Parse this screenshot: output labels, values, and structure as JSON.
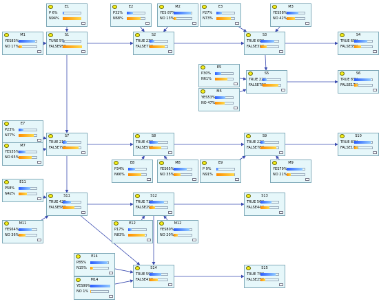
{
  "nodes": [
    {
      "id": "E1",
      "title": "E1",
      "rows": [
        {
          "label": "P   6%",
          "value": 0.06
        },
        {
          "label": "N94%",
          "value": 0.94
        }
      ]
    },
    {
      "id": "E2",
      "title": "E2",
      "rows": [
        {
          "label": "P32%",
          "value": 0.32
        },
        {
          "label": "N68%",
          "value": 0.68
        }
      ]
    },
    {
      "id": "M2",
      "title": "M2",
      "rows": [
        {
          "label": "YES 87%",
          "value": 0.87
        },
        {
          "label": "NO  13%",
          "value": 0.13
        }
      ]
    },
    {
      "id": "E3",
      "title": "E3",
      "rows": [
        {
          "label": "P27%",
          "value": 0.27
        },
        {
          "label": "N73%",
          "value": 0.73
        }
      ]
    },
    {
      "id": "M3",
      "title": "M3",
      "rows": [
        {
          "label": "YES58%",
          "value": 0.58
        },
        {
          "label": "NO  42%",
          "value": 0.42
        }
      ]
    },
    {
      "id": "M1",
      "title": "M1",
      "rows": [
        {
          "label": "YES83%",
          "value": 0.83
        },
        {
          "label": "NO  17%",
          "value": 0.17
        }
      ]
    },
    {
      "id": "S1",
      "title": "S1",
      "rows": [
        {
          "label": "TURE   5%",
          "value": 0.05
        },
        {
          "label": "FALSE95%",
          "value": 0.95
        }
      ]
    },
    {
      "id": "S2",
      "title": "S2",
      "rows": [
        {
          "label": "TRUE  23%",
          "value": 0.23
        },
        {
          "label": "FALSE77%",
          "value": 0.77
        }
      ]
    },
    {
      "id": "S3",
      "title": "S3",
      "rows": [
        {
          "label": "TRUE  69%",
          "value": 0.69
        },
        {
          "label": "FALSE31%",
          "value": 0.31
        }
      ]
    },
    {
      "id": "S4",
      "title": "S4",
      "rows": [
        {
          "label": "TRUE  65%",
          "value": 0.65
        },
        {
          "label": "FALSE35%",
          "value": 0.35
        }
      ]
    },
    {
      "id": "E5",
      "title": "E5",
      "rows": [
        {
          "label": "P30%",
          "value": 0.3
        },
        {
          "label": "N61%",
          "value": 0.61
        }
      ]
    },
    {
      "id": "S5",
      "title": "S5",
      "rows": [
        {
          "label": "TRUE  22%",
          "value": 0.22
        },
        {
          "label": "FALSE78%",
          "value": 0.78
        }
      ]
    },
    {
      "id": "S6",
      "title": "S6",
      "rows": [
        {
          "label": "TRUE  83%",
          "value": 0.83
        },
        {
          "label": "FALSE17%",
          "value": 0.17
        }
      ]
    },
    {
      "id": "M5",
      "title": "M5",
      "rows": [
        {
          "label": "YES53%",
          "value": 0.53
        },
        {
          "label": "NO  47%",
          "value": 0.47
        }
      ]
    },
    {
      "id": "E7",
      "title": "E7",
      "rows": [
        {
          "label": "P23%",
          "value": 0.23
        },
        {
          "label": "N77%",
          "value": 0.77
        }
      ]
    },
    {
      "id": "M7",
      "title": "M7",
      "rows": [
        {
          "label": "YES35%",
          "value": 0.35
        },
        {
          "label": "NO  65%",
          "value": 0.65
        }
      ]
    },
    {
      "id": "S7",
      "title": "S7",
      "rows": [
        {
          "label": "TRUE  21%",
          "value": 0.21
        },
        {
          "label": "FALSE79%",
          "value": 0.79
        }
      ]
    },
    {
      "id": "S8",
      "title": "S8",
      "rows": [
        {
          "label": "TRUE  43%",
          "value": 0.43
        },
        {
          "label": "FALSE57%",
          "value": 0.57
        }
      ]
    },
    {
      "id": "S9",
      "title": "S9",
      "rows": [
        {
          "label": "TRUE  22%",
          "value": 0.22
        },
        {
          "label": "FALSE78%",
          "value": 0.78
        }
      ]
    },
    {
      "id": "S10",
      "title": "S10",
      "rows": [
        {
          "label": "TRUE  83%",
          "value": 0.83
        },
        {
          "label": "FALSE17%",
          "value": 0.17
        }
      ]
    },
    {
      "id": "E8",
      "title": "E8",
      "rows": [
        {
          "label": "P34%",
          "value": 0.34
        },
        {
          "label": "N66%",
          "value": 0.66
        }
      ]
    },
    {
      "id": "M8",
      "title": "M8",
      "rows": [
        {
          "label": "YES65%",
          "value": 0.65
        },
        {
          "label": "NO  35%",
          "value": 0.35
        }
      ]
    },
    {
      "id": "E9",
      "title": "E9",
      "rows": [
        {
          "label": "P   9%",
          "value": 0.09
        },
        {
          "label": "N91%",
          "value": 0.91
        }
      ]
    },
    {
      "id": "M9",
      "title": "M9",
      "rows": [
        {
          "label": "YES79%",
          "value": 0.79
        },
        {
          "label": "NO  21%",
          "value": 0.21
        }
      ]
    },
    {
      "id": "E11",
      "title": "E11",
      "rows": [
        {
          "label": "P58%",
          "value": 0.58
        },
        {
          "label": "N42%",
          "value": 0.42
        }
      ]
    },
    {
      "id": "S11",
      "title": "S11",
      "rows": [
        {
          "label": "TRUE  42%",
          "value": 0.42
        },
        {
          "label": "FALSE58%",
          "value": 0.58
        }
      ]
    },
    {
      "id": "S12",
      "title": "S12",
      "rows": [
        {
          "label": "TRUE  71%",
          "value": 0.71
        },
        {
          "label": "FALSE29%",
          "value": 0.29
        }
      ]
    },
    {
      "id": "S13",
      "title": "S13",
      "rows": [
        {
          "label": "TRUE  56%",
          "value": 0.56
        },
        {
          "label": "FALSE44%",
          "value": 0.44
        }
      ]
    },
    {
      "id": "M11",
      "title": "M11",
      "rows": [
        {
          "label": "YES64%",
          "value": 0.64
        },
        {
          "label": "NO  36%",
          "value": 0.36
        }
      ]
    },
    {
      "id": "E12",
      "title": "E12",
      "rows": [
        {
          "label": "P17%",
          "value": 0.17
        },
        {
          "label": "N83%",
          "value": 0.83
        }
      ]
    },
    {
      "id": "M12",
      "title": "M12",
      "rows": [
        {
          "label": "YES80%",
          "value": 0.8
        },
        {
          "label": "NO  20%",
          "value": 0.2
        }
      ]
    },
    {
      "id": "E14",
      "title": "E14",
      "rows": [
        {
          "label": "P85%",
          "value": 0.85
        },
        {
          "label": "N15%",
          "value": 0.15
        }
      ]
    },
    {
      "id": "M14",
      "title": "M14",
      "rows": [
        {
          "label": "YES99%",
          "value": 0.99
        },
        {
          "label": "NO    1%",
          "value": 0.01
        }
      ]
    },
    {
      "id": "S14",
      "title": "S14",
      "rows": [
        {
          "label": "TRUE  59%",
          "value": 0.59
        },
        {
          "label": "FALSE41%",
          "value": 0.41
        }
      ]
    },
    {
      "id": "S15",
      "title": "S15",
      "rows": [
        {
          "label": "TRUE  75%",
          "value": 0.75
        },
        {
          "label": "FALSE25%",
          "value": 0.25
        }
      ]
    }
  ],
  "edges": [
    [
      "E1",
      "S1"
    ],
    [
      "M1",
      "S1"
    ],
    [
      "S1",
      "S2"
    ],
    [
      "E2",
      "S2"
    ],
    [
      "M2",
      "S2"
    ],
    [
      "S2",
      "S3"
    ],
    [
      "E3",
      "S3"
    ],
    [
      "M3",
      "S3"
    ],
    [
      "S3",
      "S4"
    ],
    [
      "S3",
      "S5"
    ],
    [
      "E5",
      "S5"
    ],
    [
      "M5",
      "S5"
    ],
    [
      "S5",
      "S6"
    ],
    [
      "S1",
      "S7"
    ],
    [
      "E7",
      "S7"
    ],
    [
      "M7",
      "S7"
    ],
    [
      "S7",
      "S8"
    ],
    [
      "E8",
      "S8"
    ],
    [
      "M8",
      "S8"
    ],
    [
      "S8",
      "S9"
    ],
    [
      "E9",
      "S9"
    ],
    [
      "M9",
      "S9"
    ],
    [
      "S9",
      "S10"
    ],
    [
      "S7",
      "S11"
    ],
    [
      "E11",
      "S11"
    ],
    [
      "M11",
      "S11"
    ],
    [
      "S11",
      "S12"
    ],
    [
      "E12",
      "S12"
    ],
    [
      "M12",
      "S12"
    ],
    [
      "S12",
      "S13"
    ],
    [
      "S12",
      "S14"
    ],
    [
      "S11",
      "S14"
    ],
    [
      "E14",
      "S14"
    ],
    [
      "M14",
      "S14"
    ],
    [
      "S14",
      "S15"
    ]
  ],
  "colors": {
    "node_bg": "#e6f7fa",
    "node_border": "#7fa9b8",
    "edge": "#3a4bb0",
    "bulb": "#f5ee1a",
    "bar_true": "#2a5cff",
    "bar_false": "#ff8c00"
  }
}
